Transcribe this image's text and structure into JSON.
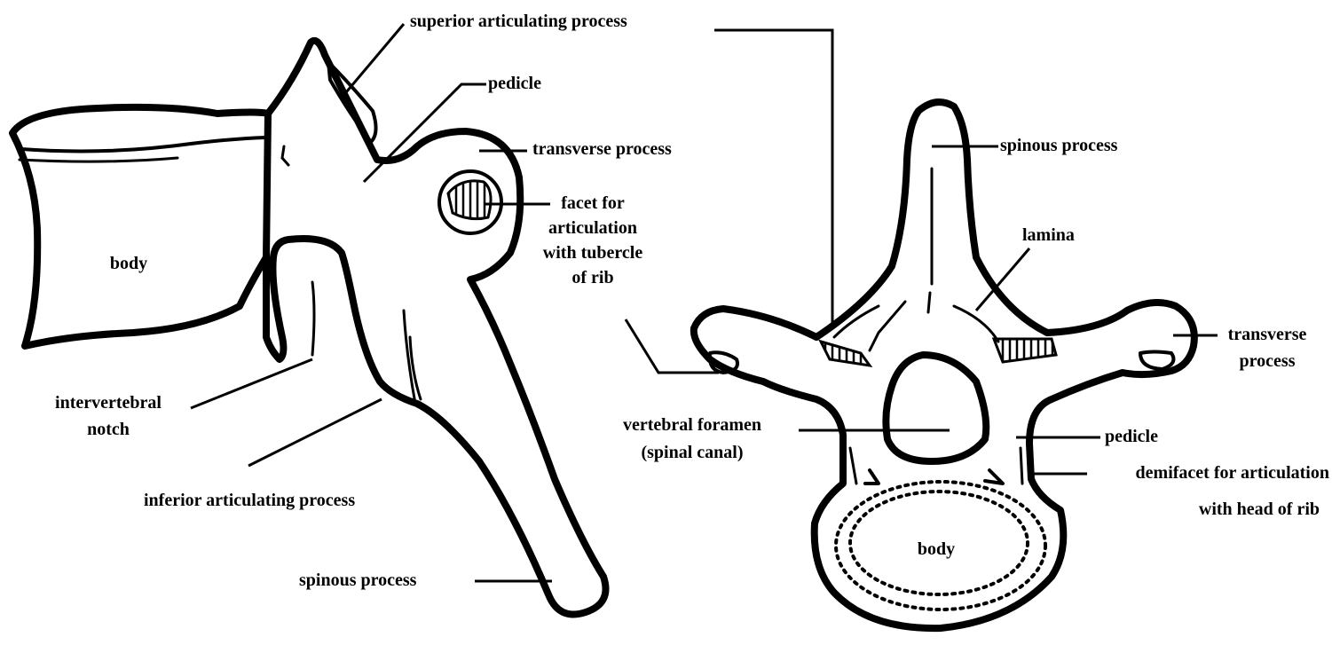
{
  "lateral_view": {
    "superior_articulating_process": "superior articulating process",
    "pedicle": "pedicle",
    "transverse_process": "transverse process",
    "facet_line1": "facet for",
    "facet_line2": "articulation",
    "facet_line3": "with tubercle",
    "facet_line4": "of rib",
    "body": "body",
    "intervertebral_line1": "intervertebral",
    "intervertebral_line2": "notch",
    "inferior_articulating_process": "inferior articulating process",
    "spinous_process": "spinous process"
  },
  "superior_view": {
    "spinous_process": "spinous process",
    "lamina": "lamina",
    "transverse_line1": "transverse",
    "transverse_line2": "process",
    "foramen_line1": "vertebral foramen",
    "foramen_line2": "(spinal canal)",
    "pedicle": "pedicle",
    "demifacet_line1": "demifacet for articulation",
    "demifacet_line2": "with head of rib",
    "body": "body"
  }
}
